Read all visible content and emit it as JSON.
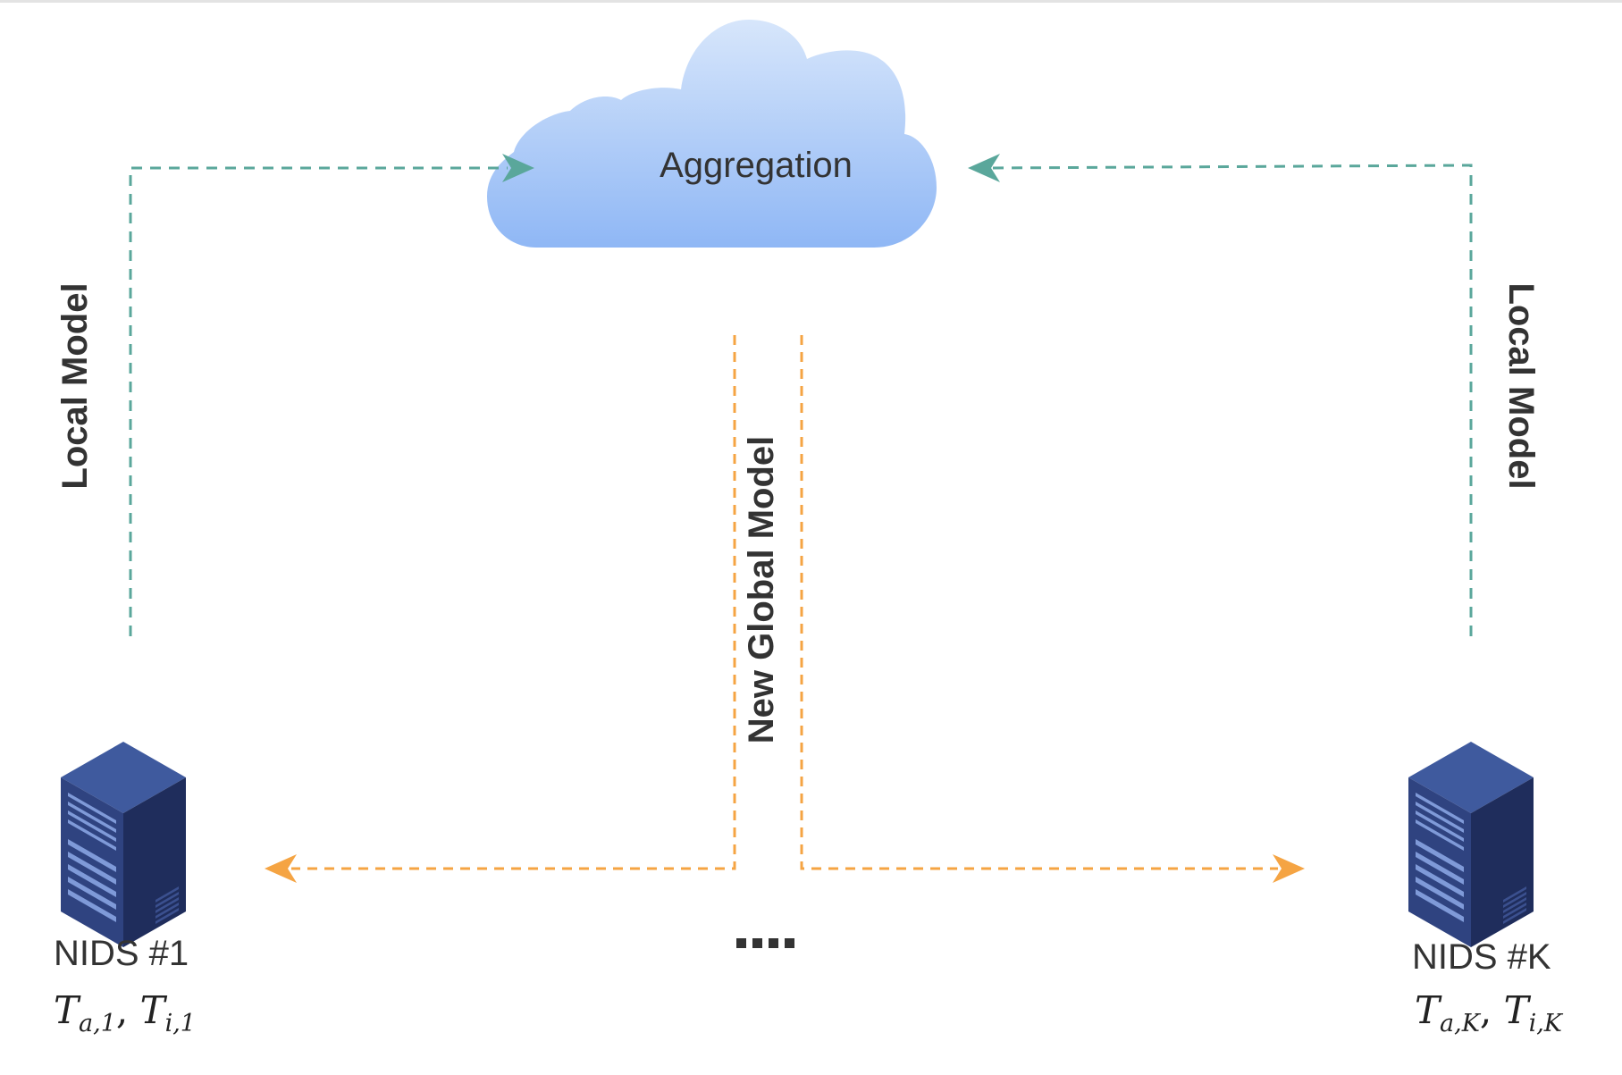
{
  "colors": {
    "local_link": "#5aa79b",
    "global_link": "#f5a443",
    "server_dark": "#1f2d5c",
    "server_mid": "#2f4380",
    "server_light": "#3f5a9e",
    "cloud_top": "#d7e6fb",
    "cloud_bottom": "#8fb7f5"
  },
  "cloud": {
    "label": "Aggregation",
    "icon": "cloud-icon"
  },
  "links": {
    "left_label": "Local Model",
    "right_label": "Local Model",
    "center_label": "New Global Model"
  },
  "nodes": [
    {
      "name": "NIDS #1",
      "icon": "server-icon",
      "math": {
        "a_var": "T",
        "a_sub": "a,1",
        "sep": ", ",
        "i_var": "T",
        "i_sub": "i,1"
      }
    },
    {
      "name": "NIDS #K",
      "icon": "server-icon",
      "math": {
        "a_var": "T",
        "a_sub": "a,K",
        "sep": ", ",
        "i_var": "T",
        "i_sub": "i,K"
      }
    }
  ],
  "ellipsis": "...."
}
